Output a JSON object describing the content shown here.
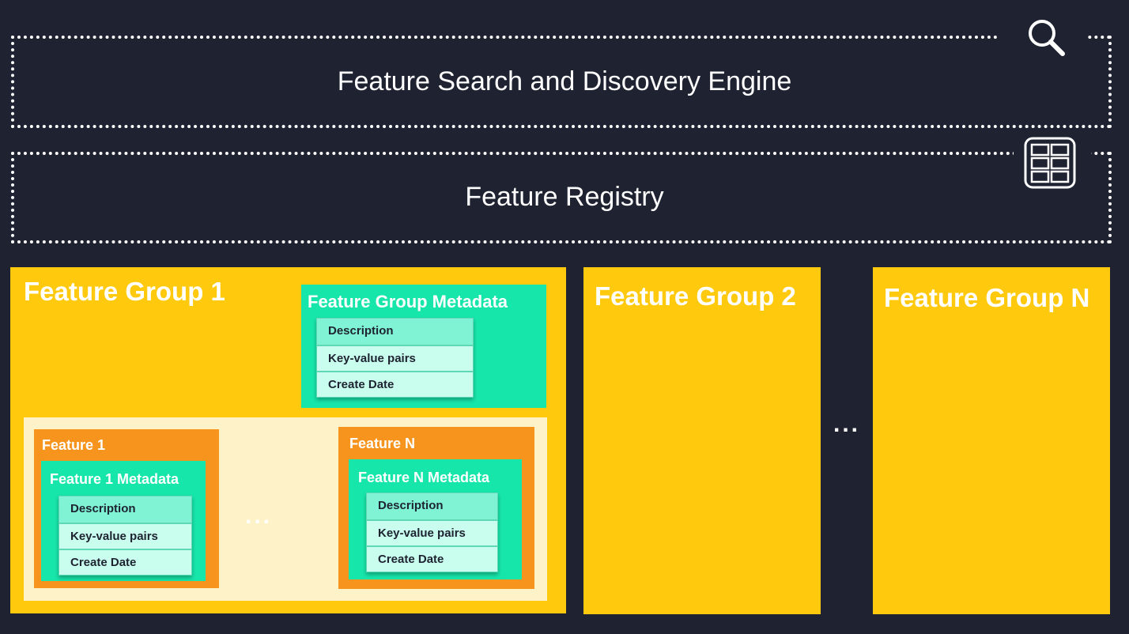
{
  "search_engine": {
    "title": "Feature Search and Discovery Engine",
    "icon": "search-icon"
  },
  "registry": {
    "title": "Feature Registry",
    "icon": "registry-grid-icon"
  },
  "groups": [
    {
      "title": "Feature Group 1",
      "metadata": {
        "title": "Feature Group Metadata",
        "rows": [
          "Description",
          "Key-value pairs",
          "Create Date"
        ]
      },
      "features": [
        {
          "title": "Feature 1",
          "metadata": {
            "title": "Feature 1 Metadata",
            "rows": [
              "Description",
              "Key-value pairs",
              "Create Date"
            ]
          }
        },
        {
          "title": "Feature N",
          "metadata": {
            "title": "Feature N Metadata",
            "rows": [
              "Description",
              "Key-value pairs",
              "Create Date"
            ]
          }
        }
      ],
      "ellipsis": "..."
    },
    {
      "title": "Feature Group 2"
    },
    {
      "title": "Feature Group N"
    }
  ],
  "groups_ellipsis": "...",
  "colors": {
    "background": "#1f2331",
    "group": "#ffc90e",
    "metadata": "#17e6aa",
    "feature": "#f7941d",
    "feature_area": "#fdf2c8"
  }
}
